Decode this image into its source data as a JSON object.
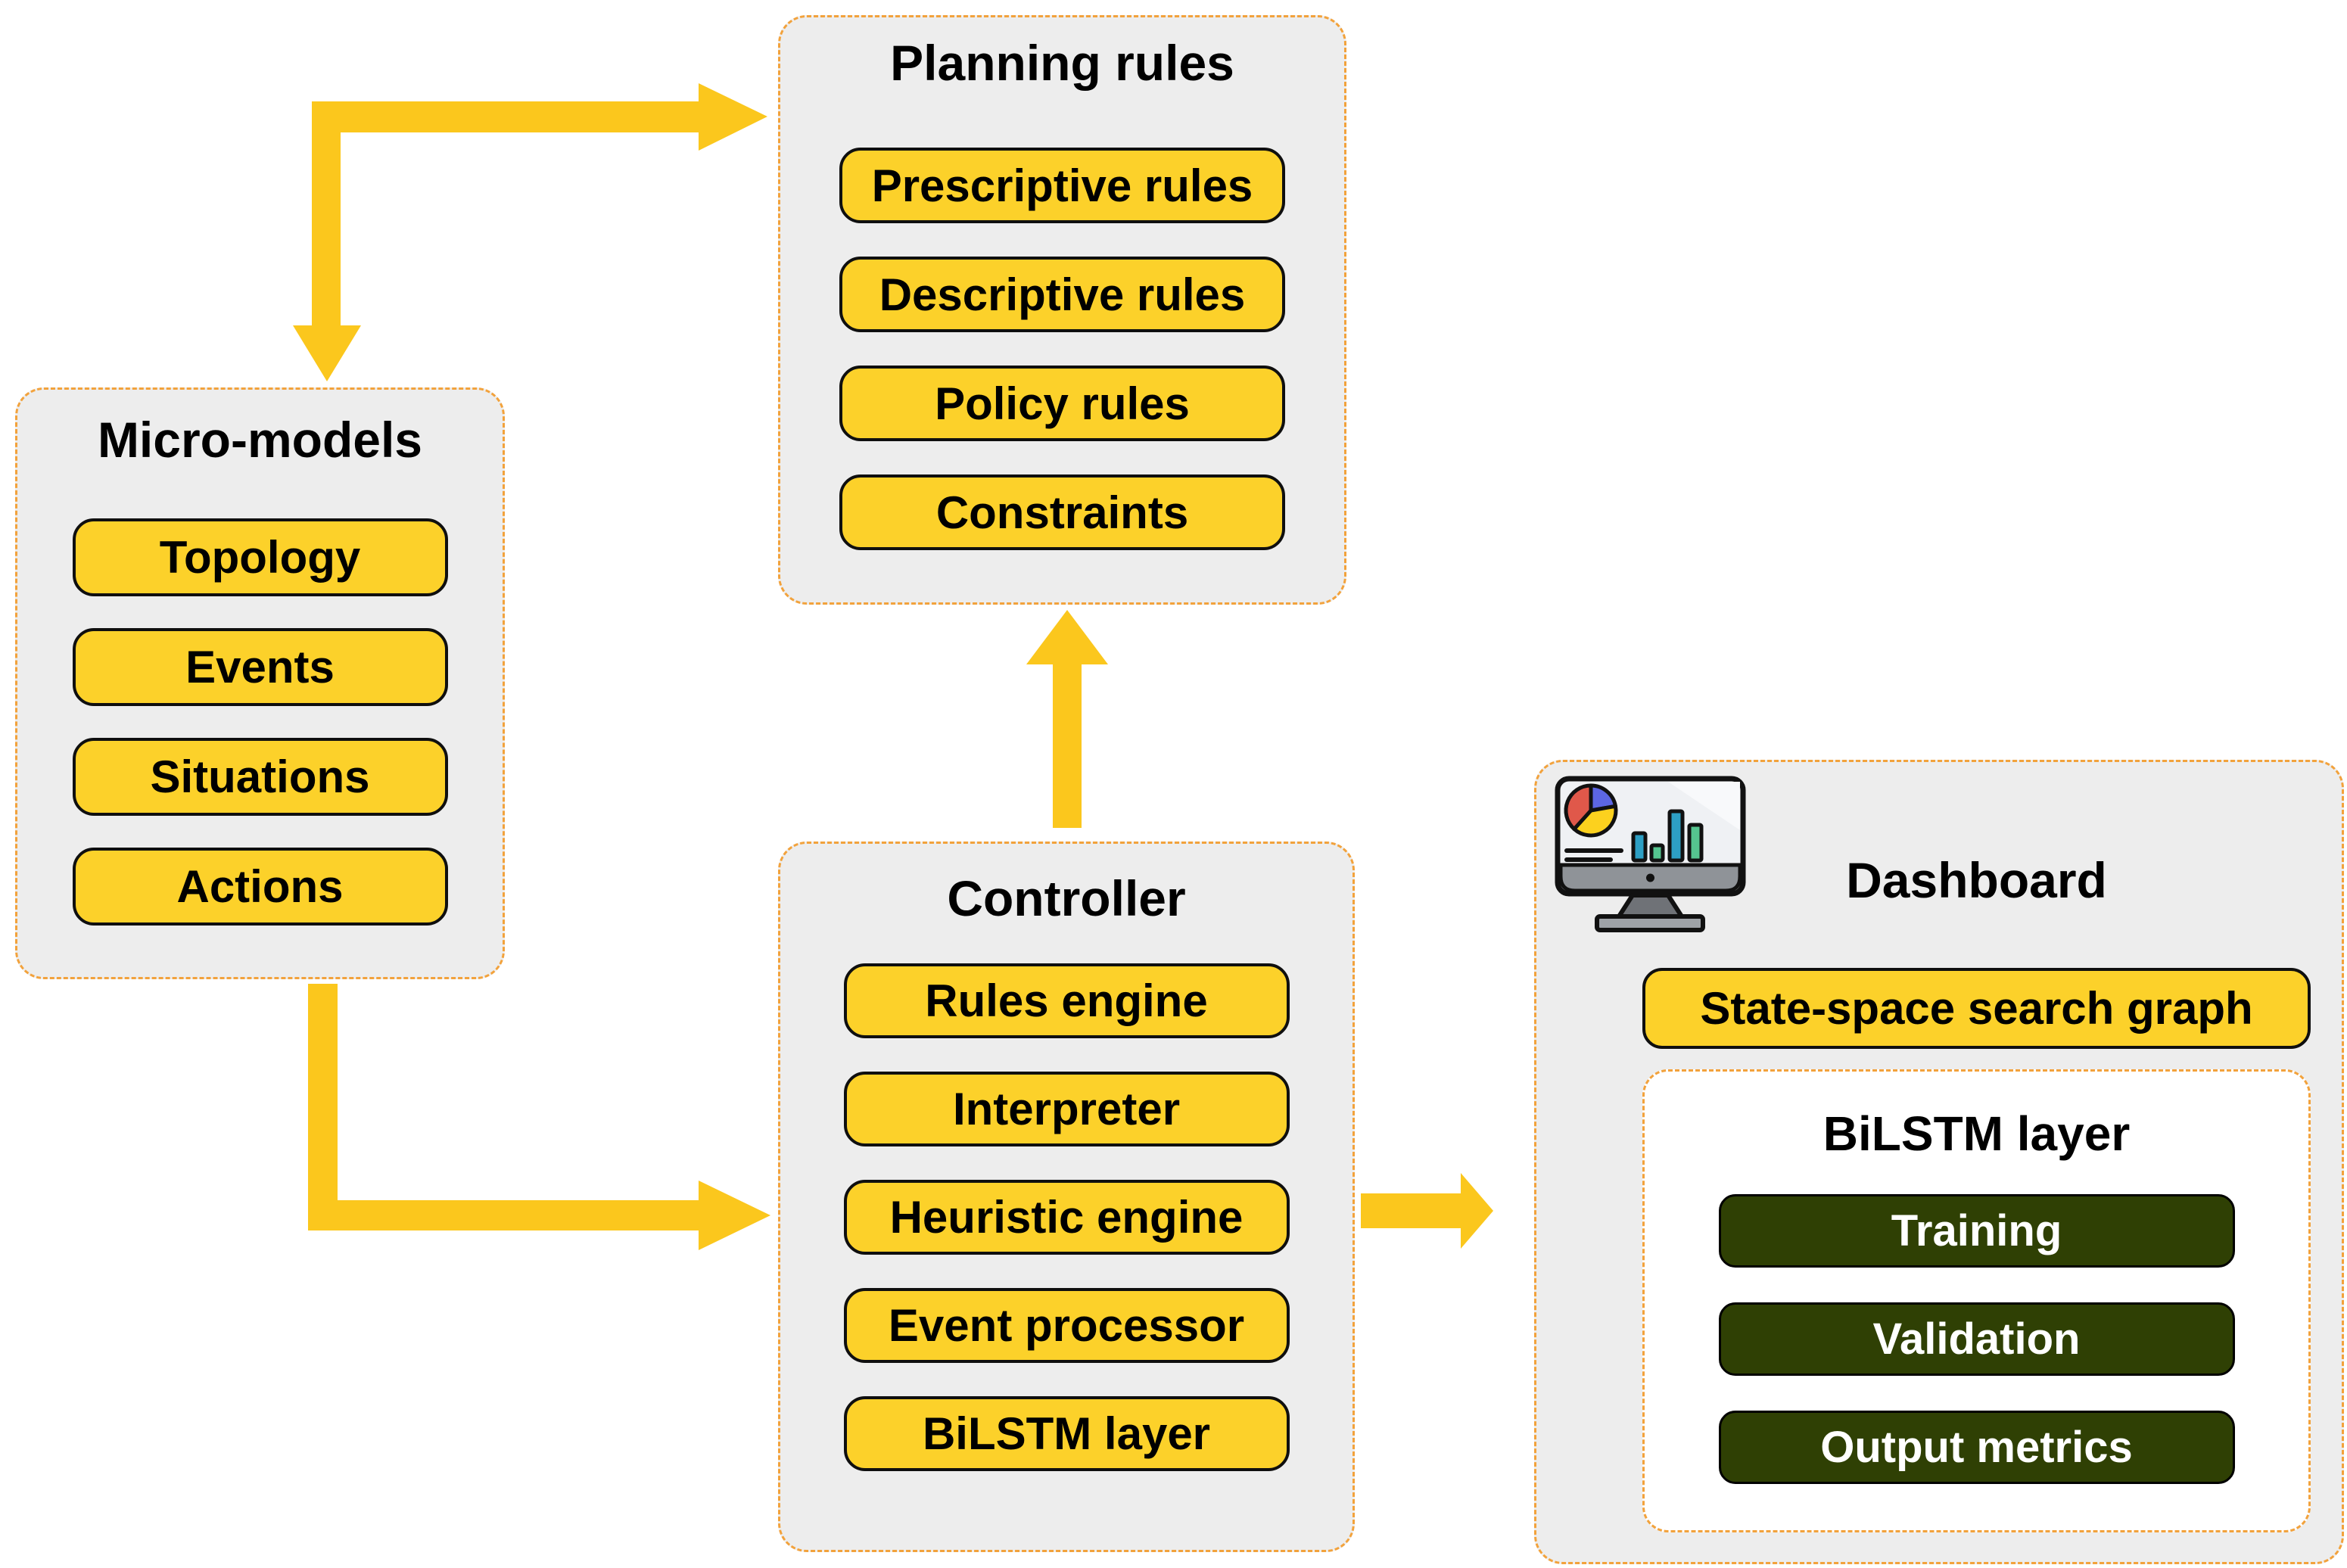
{
  "figure": {
    "background": "#FFFFFF",
    "type": "architecture-flow-diagram"
  },
  "colors": {
    "panel_background": "#EDEDED",
    "panel_dashed_border": "#F2A23C",
    "chip_yellow": "#FCD12A",
    "chip_border_black": "#0F0F0F",
    "arrow_yellow": "#FBC71D",
    "green_chip": "#2F4004",
    "green_chip_text": "#FFFFFF",
    "inner_panel_background": "#FFFFFF",
    "text": "#000000"
  },
  "panels": {
    "micro_models": {
      "title": "Micro-models",
      "items": [
        "Topology",
        "Events",
        "Situations",
        "Actions"
      ]
    },
    "planning_rules": {
      "title": "Planning rules",
      "items": [
        "Prescriptive rules",
        "Descriptive rules",
        "Policy rules",
        "Constraints"
      ]
    },
    "controller": {
      "title": "Controller",
      "items": [
        "Rules engine",
        "Interpreter",
        "Heuristic engine",
        "Event processor",
        "BiLSTM layer"
      ]
    },
    "dashboard": {
      "title": "Dashboard",
      "icon": "dashboard-monitor-icon",
      "highlight_item": "State-space search graph",
      "bilstm_panel": {
        "title": "BiLSTM layer",
        "items": [
          "Training",
          "Validation",
          "Output metrics"
        ]
      }
    }
  },
  "arrows": [
    {
      "name": "micro-models-planning-rules",
      "type": "elbow-double-headed"
    },
    {
      "name": "micro-models-controller",
      "type": "elbow-right"
    },
    {
      "name": "controller-planning-rules",
      "type": "straight-up"
    },
    {
      "name": "controller-dashboard",
      "type": "straight-right"
    }
  ]
}
